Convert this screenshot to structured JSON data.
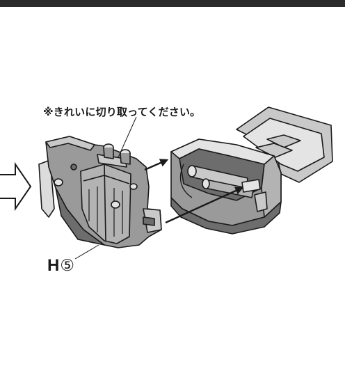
{
  "instruction": {
    "cut_note": "※きれいに切り取ってください。"
  },
  "part": {
    "letter": "H",
    "number": "⑤"
  },
  "colors": {
    "line": "#1a1a1a",
    "part_mid": "#9a9a9a",
    "part_dark": "#6d6d6d",
    "part_light": "#c9c9c9",
    "part_highlight": "#e4e4e4",
    "header_bar": "#2b2b2b"
  },
  "icons": [
    "step-arrow-icon",
    "insert-arrow-icon"
  ]
}
